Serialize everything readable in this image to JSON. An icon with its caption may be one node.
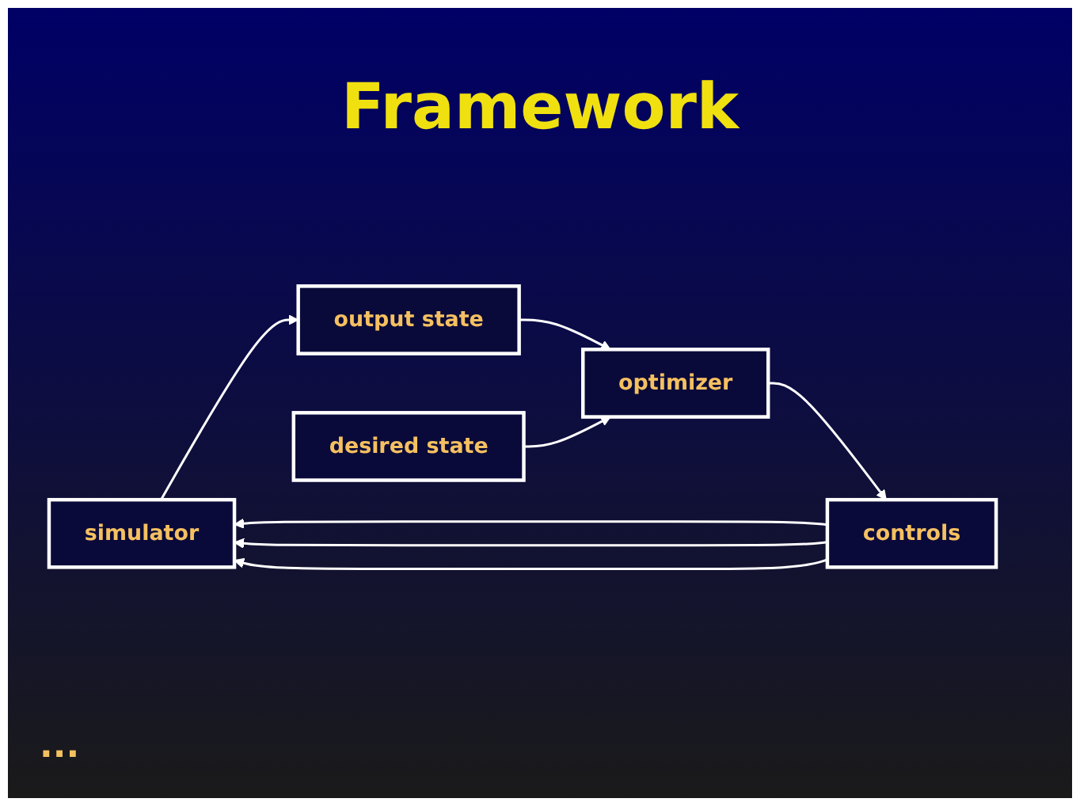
{
  "diagram": {
    "title": "Framework",
    "nodes": [
      {
        "text": [
          "simulator"
        ]
      },
      {
        "text": [
          "output state"
        ]
      },
      {
        "text": [
          "desired state"
        ]
      },
      {
        "text": [
          "controls"
        ]
      },
      {
        "text": [
          "optimizer"
        ]
      }
    ],
    "edges": [
      {
        "from": 0,
        "to": 1,
        "arrow": "to"
      },
      {
        "from": 1,
        "to": 4,
        "arrow": "to"
      },
      {
        "from": 2,
        "to": 4,
        "arrow": "to"
      },
      {
        "from": 4,
        "to": 3,
        "arrow": "to"
      },
      {
        "from": 3,
        "to": 0,
        "arrow": "to"
      },
      {
        "from": 3,
        "to": 0,
        "arrow": "to"
      },
      {
        "from": 3,
        "to": 0,
        "arrow": "to"
      }
    ],
    "labels": [
      "..."
    ]
  }
}
